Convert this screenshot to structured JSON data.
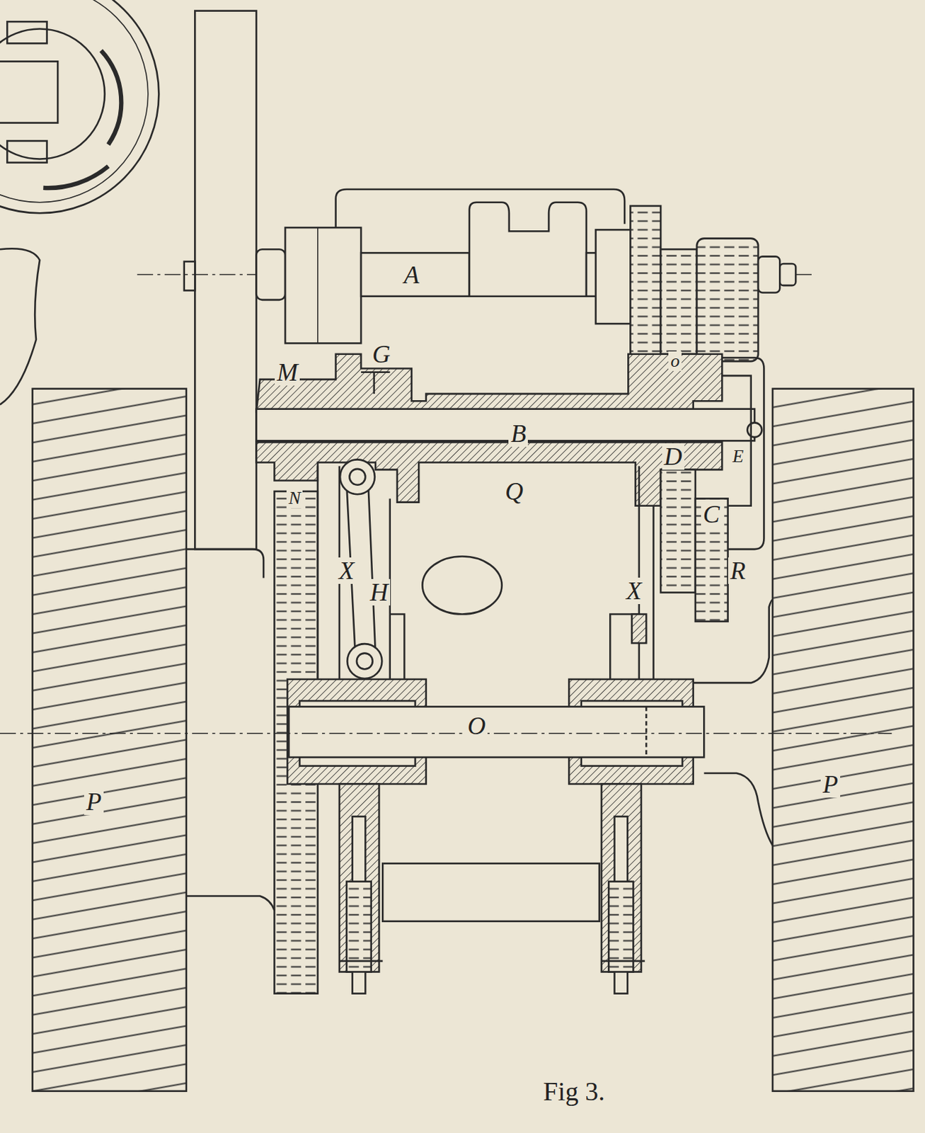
{
  "diagram": {
    "caption": "Fig 3.",
    "labels": [
      "A",
      "G",
      "M",
      "o",
      "B",
      "D",
      "E",
      "Q",
      "C",
      "R",
      "N",
      "X",
      "H",
      "X",
      "O",
      "P",
      "P"
    ]
  }
}
